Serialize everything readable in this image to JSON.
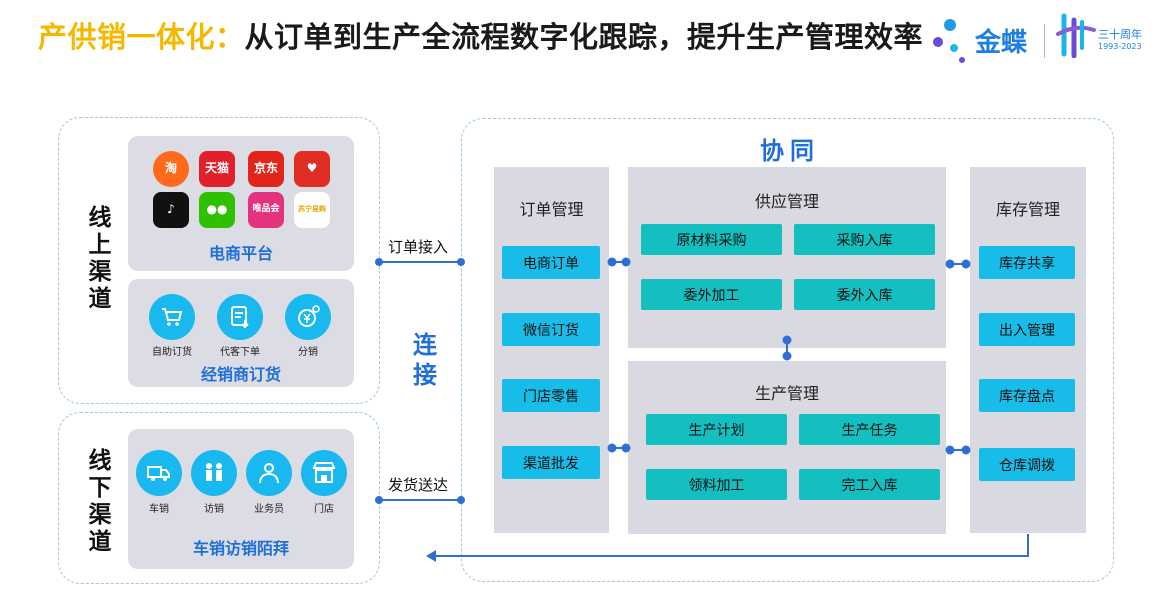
{
  "title": {
    "highlight": "产供销一体化：",
    "rest": "从订单到生产全流程数字化跟踪，提升生产管理效率"
  },
  "brand": {
    "name": "金蝶",
    "anniv_main": "三十周年",
    "anniv_years": "1993-2023"
  },
  "online": {
    "label": "线上渠道",
    "ecommerce": {
      "label": "电商平台",
      "apps": [
        {
          "name": "taobao",
          "text": "淘",
          "color": "#FF6A1A"
        },
        {
          "name": "tmall",
          "text": "天猫",
          "color": "#E0202A"
        },
        {
          "name": "jd",
          "text": "京东",
          "color": "#E1251B"
        },
        {
          "name": "pinduoduo",
          "text": "♥",
          "color": "#E02E24"
        },
        {
          "name": "douyin",
          "text": "♪",
          "color": "#111111"
        },
        {
          "name": "wechat",
          "text": "●●",
          "color": "#2DC100"
        },
        {
          "name": "vip",
          "text": "唯品会",
          "color": "#E4337E"
        },
        {
          "name": "suning",
          "text": "苏宁易购",
          "color": "#FFFFFF"
        }
      ]
    },
    "dealer": {
      "label": "经销商订货",
      "items": [
        {
          "name": "self-order",
          "label": "自助订货"
        },
        {
          "name": "proxy-order",
          "label": "代客下单"
        },
        {
          "name": "distribution",
          "label": "分销"
        }
      ]
    }
  },
  "offline": {
    "label": "线下渠道",
    "visit": {
      "label": "车销访销陌拜",
      "items": [
        {
          "name": "van-sales",
          "label": "车销"
        },
        {
          "name": "visit-sales",
          "label": "访销"
        },
        {
          "name": "salesman",
          "label": "业务员"
        },
        {
          "name": "store",
          "label": "门店"
        }
      ]
    }
  },
  "edges": {
    "order_in": "订单接入",
    "deliver": "发货送达",
    "connect": "连接",
    "collab": "协同"
  },
  "order_mgmt": {
    "title": "订单管理",
    "items": [
      "电商订单",
      "微信订货",
      "门店零售",
      "渠道批发"
    ]
  },
  "supply_mgmt": {
    "title": "供应管理",
    "items": [
      "原材料采购",
      "采购入库",
      "委外加工",
      "委外入库"
    ]
  },
  "production_mgmt": {
    "title": "生产管理",
    "items": [
      "生产计划",
      "生产任务",
      "领料加工",
      "完工入库"
    ]
  },
  "inventory_mgmt": {
    "title": "库存管理",
    "items": [
      "库存共享",
      "出入管理",
      "库存盘点",
      "仓库调拨"
    ]
  },
  "colors": {
    "accent": "#1f6fd6",
    "cyan": "#17bce8",
    "teal": "#13bfbf",
    "title_yellow": "#F5B800"
  }
}
